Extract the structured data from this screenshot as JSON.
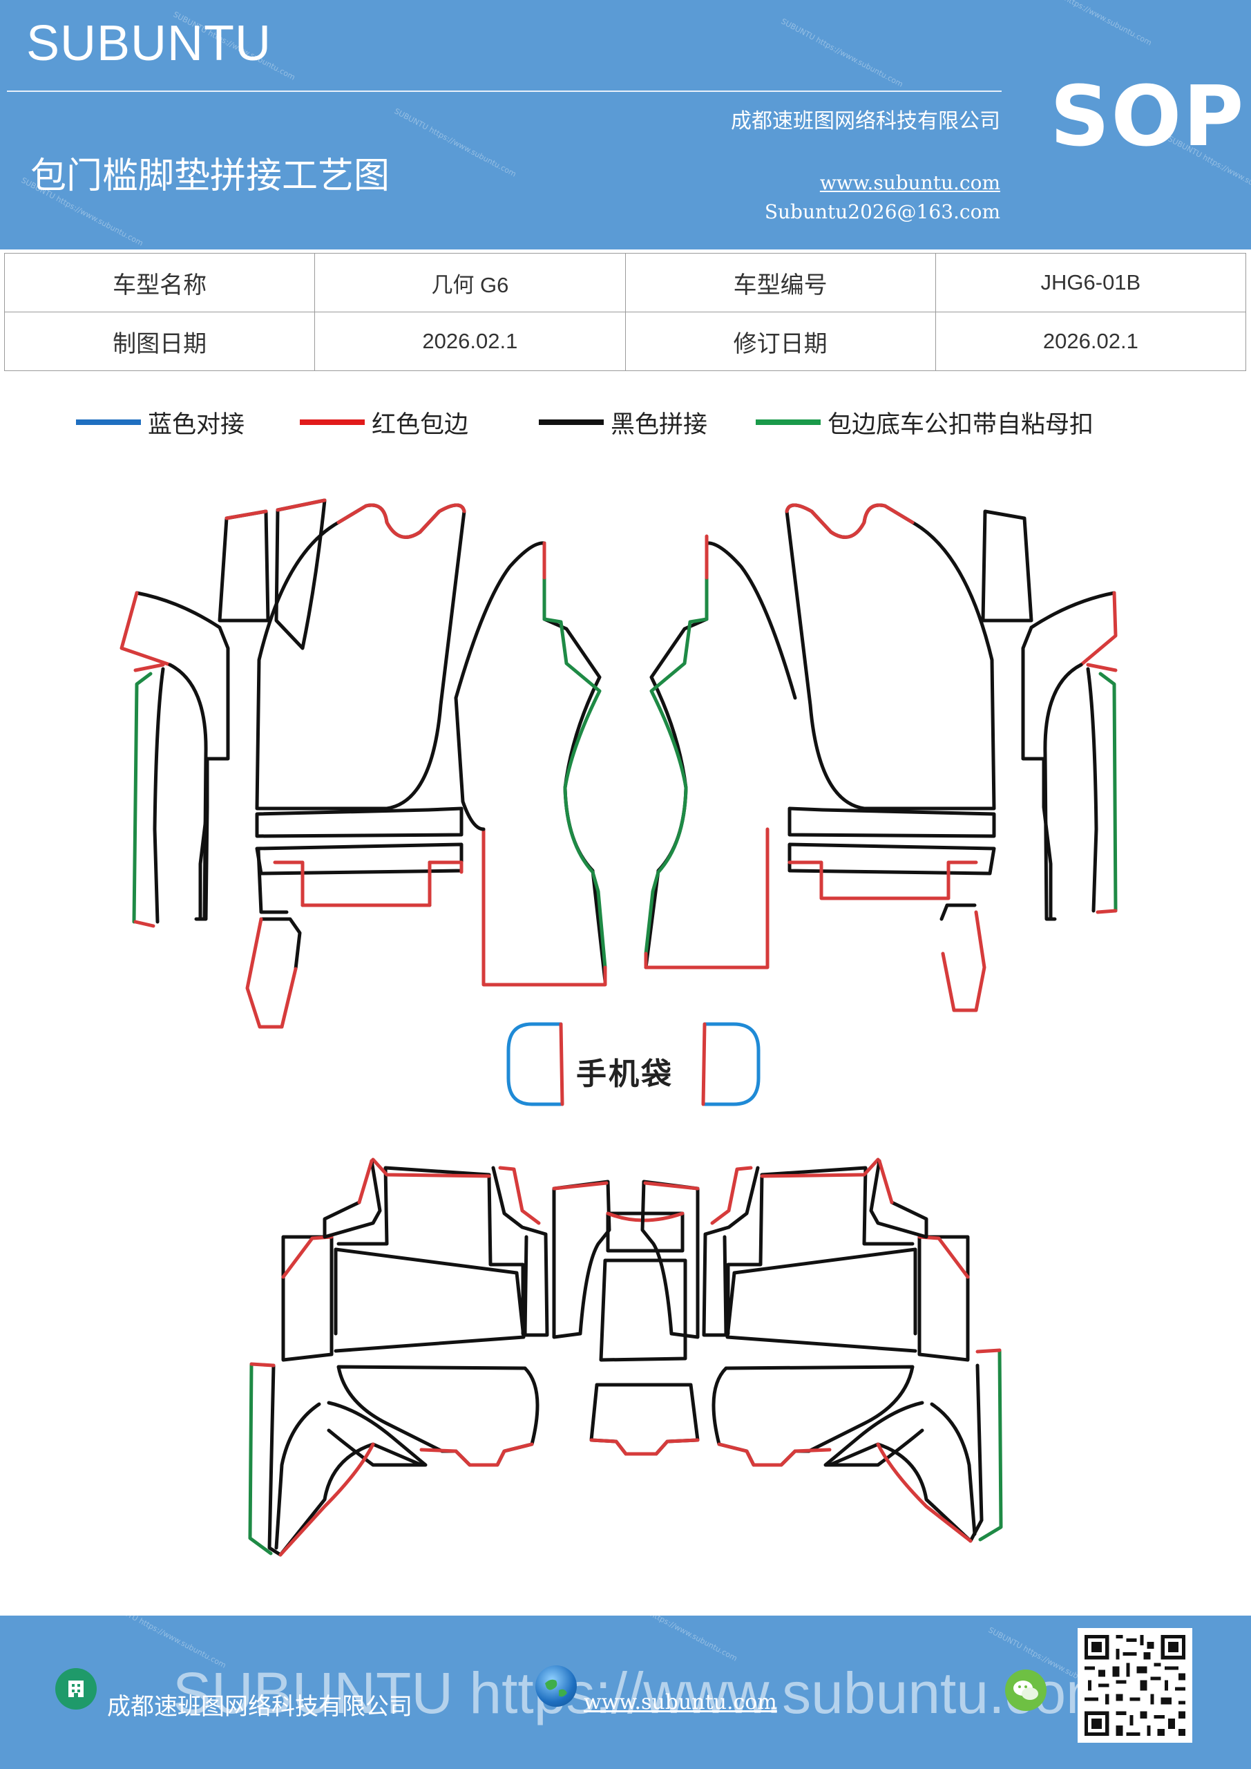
{
  "header": {
    "brand": "SUBUNTU",
    "badge": "SOP",
    "doc_title": "包门槛脚垫拼接工艺图",
    "company": "成都速班图网络科技有限公司",
    "website": "www.subuntu.com",
    "email": "Subuntu2026@163.com",
    "watermark": "SUBUNTU https://www.subuntu.com"
  },
  "info_table": {
    "rows": [
      {
        "label1": "车型名称",
        "value1": "几何 G6",
        "label2": "车型编号",
        "value2": "JHG6-01B"
      },
      {
        "label1": "制图日期",
        "value1": "2026.02.1",
        "label2": "修订日期",
        "value2": "2026.02.1"
      }
    ]
  },
  "legend": [
    {
      "label": "蓝色对接",
      "color": "#1f6fc0"
    },
    {
      "label": "红色包边",
      "color": "#e11b1b"
    },
    {
      "label": "黑色拼接",
      "color": "#111111"
    },
    {
      "label": "包边底车公扣带自粘母扣",
      "color": "#1a9a4a"
    }
  ],
  "diagram": {
    "phone_bag_label": "手机袋",
    "colors": {
      "blue": "#1f8ad6",
      "red": "#d63b3b",
      "black": "#111111",
      "green": "#1e8a45"
    }
  },
  "footer": {
    "watermark": "SUBUNTU https://www.subuntu.com",
    "company": "成都速班图网络科技有限公司",
    "website": "www.subuntu.com"
  }
}
